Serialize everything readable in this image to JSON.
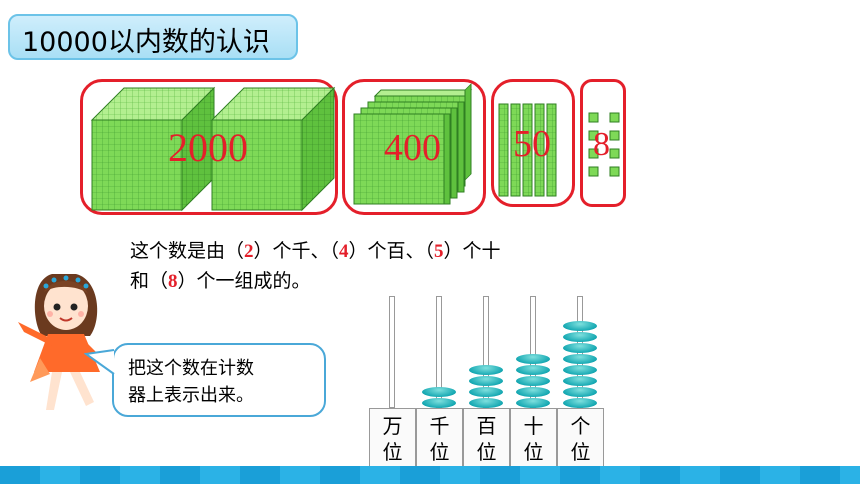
{
  "title": "10000以内数的认识",
  "groups": [
    {
      "value": "2000",
      "kind": "thousand-cubes",
      "count": 2
    },
    {
      "value": "400",
      "kind": "hundred-flats",
      "count": 4
    },
    {
      "value": "50",
      "kind": "ten-rods",
      "count": 5
    },
    {
      "value": "8",
      "kind": "unit-cubes",
      "count": 8
    }
  ],
  "sentence": {
    "line1_a": "这个数是由（",
    "thousands": "2",
    "line1_b": "）个千、（",
    "hundreds": "4",
    "line1_c": "）个百、（",
    "tens": "5",
    "line1_d": "）个十",
    "line2_a": "和（",
    "ones": "8",
    "line2_b": "）个一组成的。"
  },
  "bubble": {
    "line1": "把这个数在计数",
    "line2": "器上表示出来。"
  },
  "abacus": {
    "places": [
      {
        "top": "万",
        "bottom": "位",
        "beads": 0
      },
      {
        "top": "千",
        "bottom": "位",
        "beads": 2
      },
      {
        "top": "百",
        "bottom": "位",
        "beads": 4
      },
      {
        "top": "十",
        "bottom": "位",
        "beads": 5
      },
      {
        "top": "个",
        "bottom": "位",
        "beads": 8
      }
    ]
  },
  "colors": {
    "accent": "#e41f2a",
    "block": "#7ed957",
    "bead": "#16a9b3",
    "title_bg": "#bfe8fa"
  }
}
